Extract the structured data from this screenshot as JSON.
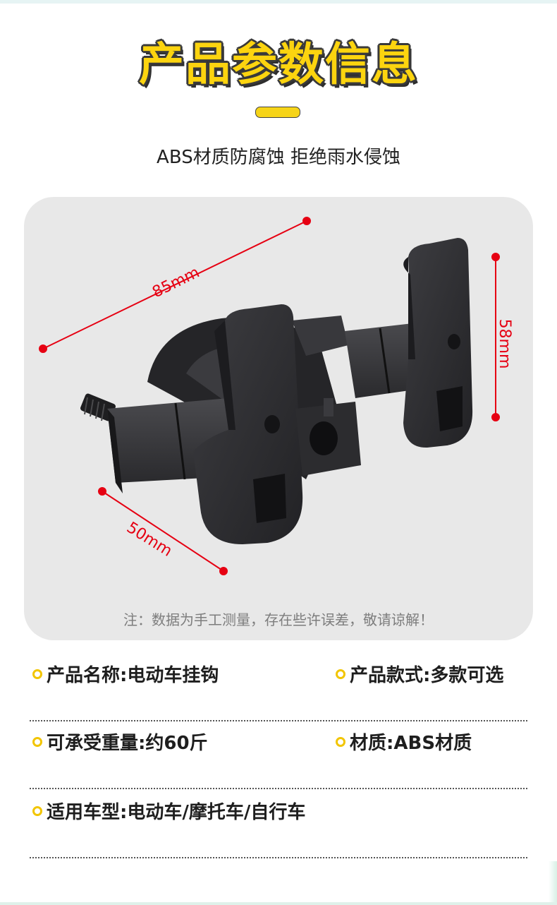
{
  "title": "产品参数信息",
  "subtitle": "ABS材质防腐蚀 拒绝雨水侵蚀",
  "dimensions": {
    "length": "85mm",
    "height": "58mm",
    "width": "50mm"
  },
  "note": "注：数据为手工测量，存在些许误差，敬请谅解！",
  "specs": [
    {
      "left": "产品名称:电动车挂钩",
      "right": "产品款式:多款可选"
    },
    {
      "left": "可承受重量:约60斤",
      "right": "材质:ABS材质"
    },
    {
      "left": "适用车型:电动车/摩托车/自行车",
      "right": ""
    }
  ],
  "colors": {
    "accent": "#fcd40f",
    "dimension_line": "#e60012",
    "card_bg": "#e8e8e8",
    "product": "#2a2a2c"
  },
  "icons": {
    "bullet": "ring-bullet-icon",
    "product": "hook-clamp-image"
  }
}
